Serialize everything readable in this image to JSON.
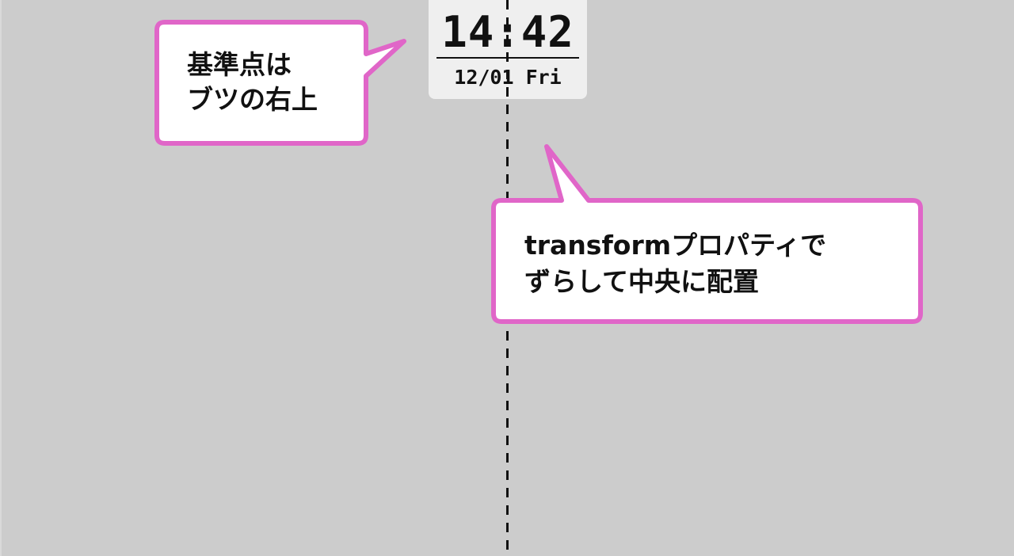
{
  "clock": {
    "time": "14:42",
    "date": "12/01 Fri"
  },
  "callouts": [
    {
      "line1": "基準点は",
      "line2": "ブツの右上"
    },
    {
      "line1": "transformプロパティで",
      "line2": "ずらして中央に配置"
    }
  ],
  "colors": {
    "background": "#cccccc",
    "clock_panel": "#efefef",
    "callout_border": "#e066c8",
    "callout_fill": "#ffffff",
    "text": "#111111",
    "guide_line": "#111111"
  }
}
